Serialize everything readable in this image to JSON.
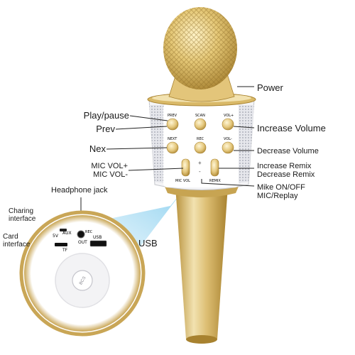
{
  "labels": {
    "power": "Power",
    "play_pause": "Play/pause",
    "prev": "Prev",
    "nex": "Nex",
    "mic_vol_plus": "MIC VOL+",
    "mic_vol_minus": "MIC VOL-",
    "increase_volume": "Increase Volume",
    "decrease_volume": "Decrease Volume",
    "increase_remix": "Increase Remix",
    "decrease_remix": "Decrease Remix",
    "mike_on_off": "Mike ON/OFF",
    "mic_replay": "MIC/Replay",
    "headphone_jack": "Headphone jack",
    "charing_interface_1": "Charing",
    "charing_interface_2": "interface",
    "card_interface_1": "Card",
    "card_interface_2": "interface",
    "usb": "USB"
  },
  "button_labels": {
    "prev": "PREV",
    "scan": "SCAN",
    "vol_plus": "VOL+",
    "next": "NEXT",
    "rec": "REC",
    "vol_minus": "VOL-",
    "plus": "+",
    "minus": "-",
    "mic_vol": "MIC VOL",
    "remix": "REMIX"
  },
  "port_labels": {
    "aux": "AUX",
    "v5": "5V",
    "tf": "TF",
    "out": "OUT",
    "rec": "REC",
    "usb": "USB",
    "logo": "BCS"
  },
  "colors": {
    "gold": "#d9b968",
    "gold_dark": "#b8923d",
    "gold_light": "#f2e2b0",
    "silver": "#d4d6dc",
    "white": "#ffffff",
    "line": "#222222",
    "glow": "#7fcdf0"
  }
}
